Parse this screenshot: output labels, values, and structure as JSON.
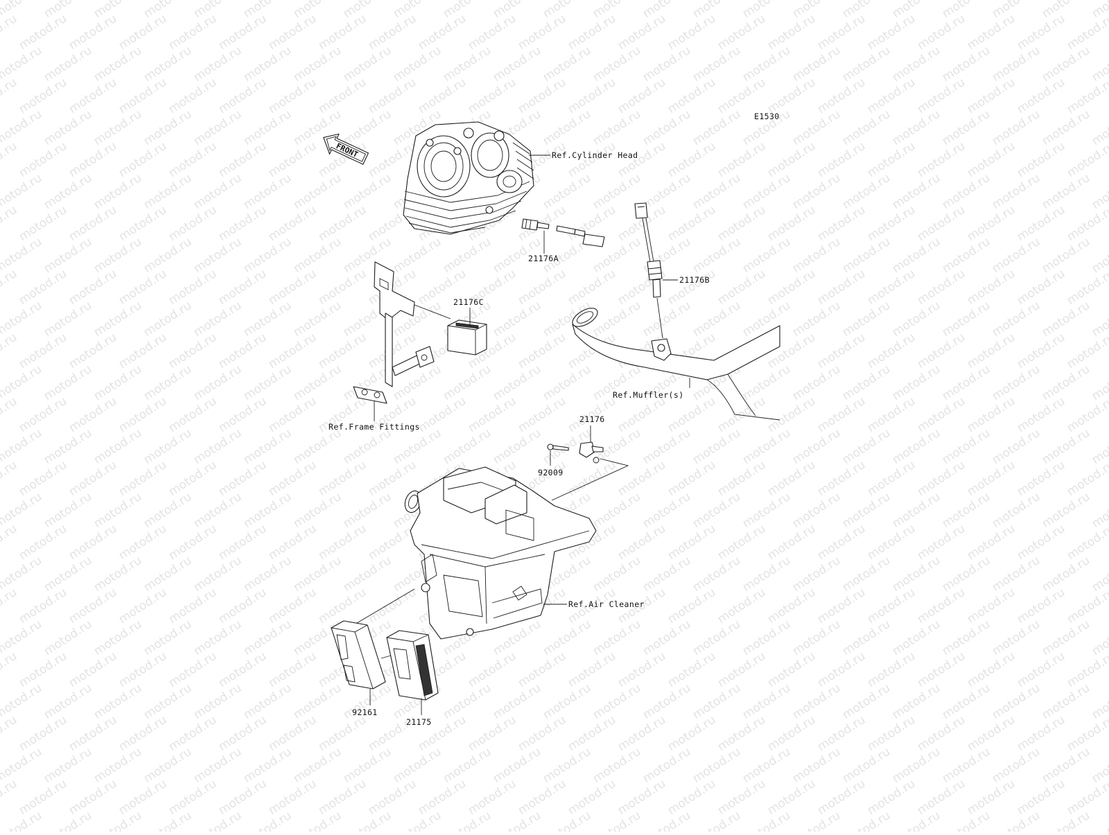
{
  "diagram_code": "E1530",
  "watermark_text": "motod.ru",
  "front_label": "FRONT",
  "parts": {
    "p21176A": "21176A",
    "p21176B": "21176B",
    "p21176C": "21176C",
    "p21176": "21176",
    "p92009": "92009",
    "p92161": "92161",
    "p21175": "21175"
  },
  "refs": {
    "cylinder_head": "Ref.Cylinder Head",
    "frame_fittings": "Ref.Frame Fittings",
    "mufflers": "Ref.Muffler(s)",
    "air_cleaner": "Ref.Air Cleaner"
  }
}
